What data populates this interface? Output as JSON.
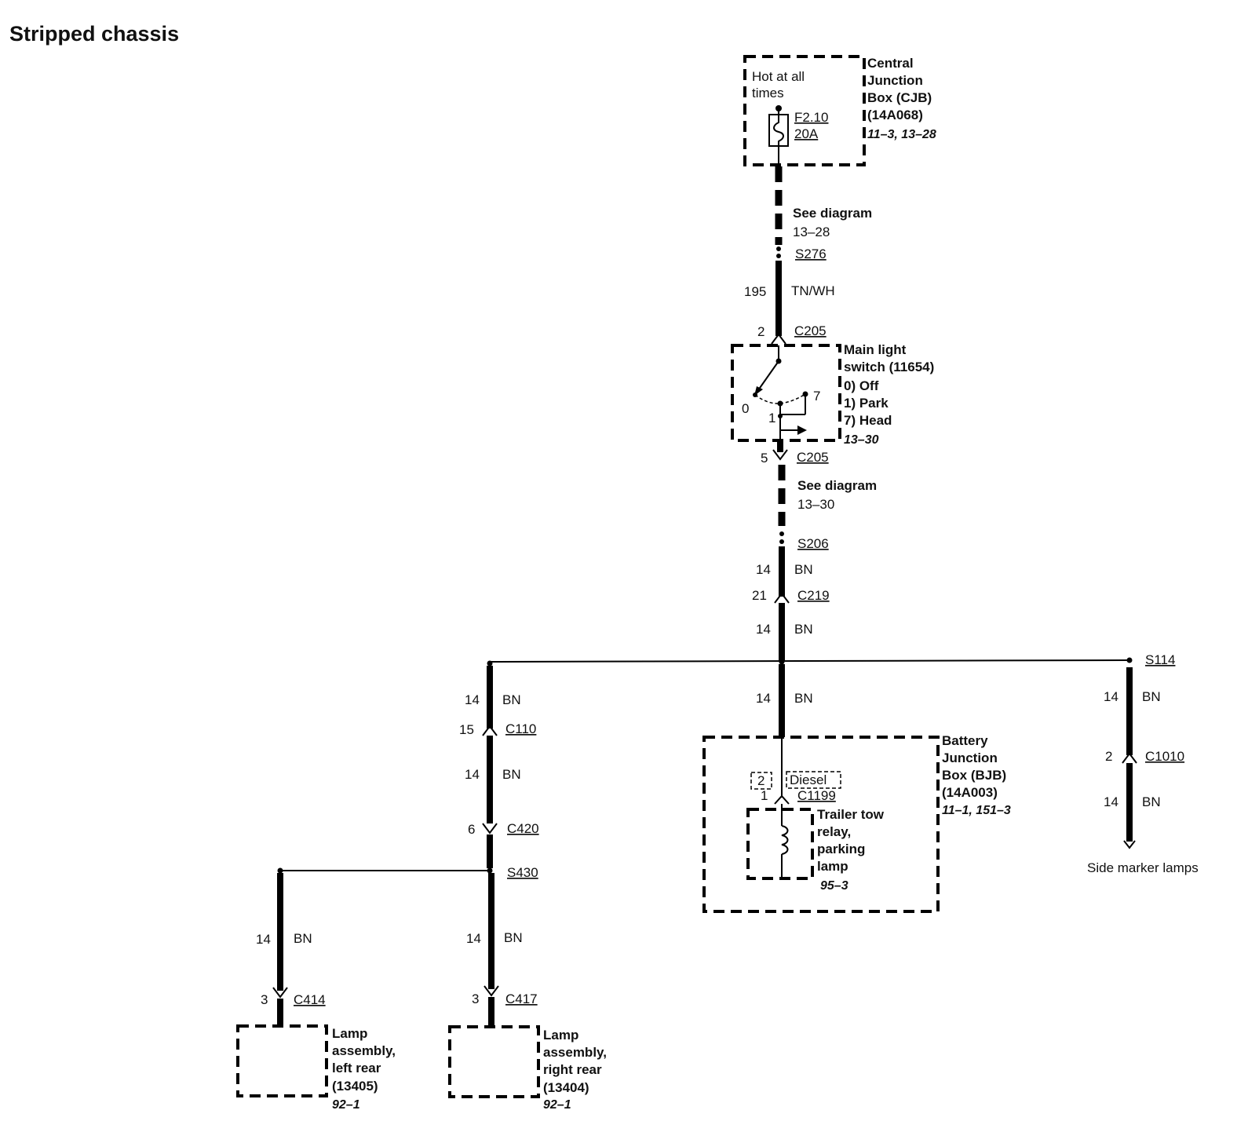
{
  "title": "Stripped chassis",
  "cjb": {
    "name_lines": [
      "Central",
      "Junction",
      "Box (CJB)",
      "(14A068)"
    ],
    "ref": "11–3, 13–28",
    "hot_label_lines": [
      "Hot at all",
      "times"
    ],
    "fuse_id": "F2.10",
    "fuse_rating": "20A"
  },
  "see_diagram_1": {
    "line1": "See diagram",
    "line2": "13–28"
  },
  "s276": "S276",
  "wire_195": {
    "gauge": "195",
    "color": "TN/WH"
  },
  "c205_top": {
    "pin": "2",
    "connector": "C205"
  },
  "main_switch": {
    "name_lines": [
      "Main light",
      "switch (11654)",
      "0) Off",
      "1) Park",
      "7) Head"
    ],
    "ref": "13–30",
    "pos_0": "0",
    "pos_1": "1",
    "pos_7": "7"
  },
  "c205_bottom": {
    "pin": "5",
    "connector": "C205"
  },
  "see_diagram_2": {
    "line1": "See diagram",
    "line2": "13–30"
  },
  "s206": "S206",
  "wire_a": {
    "gauge": "14",
    "color": "BN"
  },
  "c219": {
    "pin": "21",
    "connector": "C219"
  },
  "wire_b": {
    "gauge": "14",
    "color": "BN"
  },
  "s114": "S114",
  "left_branch": {
    "wire1": {
      "gauge": "14",
      "color": "BN"
    },
    "c110": {
      "pin": "15",
      "connector": "C110"
    },
    "wire2": {
      "gauge": "14",
      "color": "BN"
    },
    "c420": {
      "pin": "6",
      "connector": "C420"
    },
    "s430": "S430"
  },
  "lamp_left": {
    "wire": {
      "gauge": "14",
      "color": "BN"
    },
    "connector": {
      "pin": "3",
      "connector": "C414"
    },
    "name_lines": [
      "Lamp",
      "assembly,",
      "left rear",
      "(13405)"
    ],
    "ref": "92–1"
  },
  "lamp_right": {
    "wire": {
      "gauge": "14",
      "color": "BN"
    },
    "connector": {
      "pin": "3",
      "connector": "C417"
    },
    "name_lines": [
      "Lamp",
      "assembly,",
      "right rear",
      "(13404)"
    ],
    "ref": "92–1"
  },
  "center_branch": {
    "wire": {
      "gauge": "14",
      "color": "BN"
    }
  },
  "bjb": {
    "name_lines": [
      "Battery",
      "Junction",
      "Box (BJB)",
      "(14A003)"
    ],
    "ref": "11–1, 151–3",
    "option_box": "2",
    "option_label": "Diesel",
    "c1199": {
      "pin": "1",
      "connector": "C1199"
    }
  },
  "relay": {
    "name_lines": [
      "Trailer tow",
      "relay,",
      "parking",
      "lamp"
    ],
    "ref": "95–3"
  },
  "right_branch": {
    "wire1": {
      "gauge": "14",
      "color": "BN"
    },
    "c1010": {
      "pin": "2",
      "connector": "C1010"
    },
    "wire2": {
      "gauge": "14",
      "color": "BN"
    },
    "destination": "Side marker lamps"
  }
}
